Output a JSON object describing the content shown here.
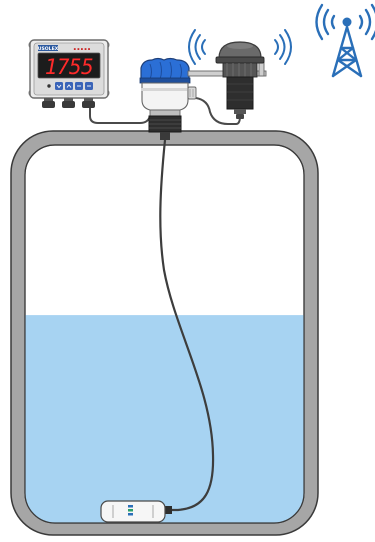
{
  "display": {
    "brand": "USOLEX",
    "reading": "1755",
    "header_marks": "▪ ▪ ▪ ▪ ▪"
  },
  "colors": {
    "tank_wall": "#a6a6a6",
    "tank_outline": "#3a3a3a",
    "liquid": "#a7d3f2",
    "led_red": "#ff2a2a",
    "sensor_blue": "#2b6fd6",
    "antenna_blue": "#2a6fb8"
  },
  "liquid_level_fraction": 0.55,
  "icons": [
    "level-display-icon",
    "ultrasonic-sensor-icon",
    "wireless-transmitter-icon",
    "radio-tower-icon",
    "submersible-probe-icon"
  ]
}
